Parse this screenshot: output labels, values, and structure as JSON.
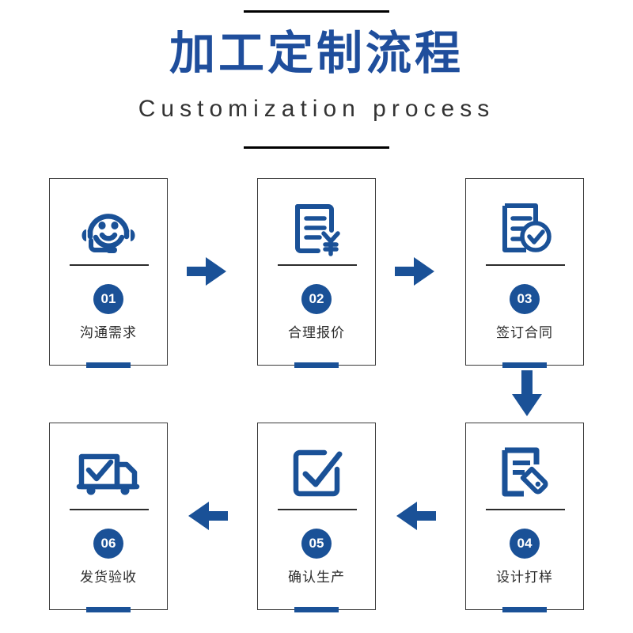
{
  "header": {
    "title_cn": "加工定制流程",
    "title_en": "Customization process",
    "rule_top": "decorative-rule",
    "rule_bottom": "decorative-rule"
  },
  "colors": {
    "brand_blue": "#1a5197",
    "title_blue": "#1f4e9c",
    "text_dark": "#2b2b2b",
    "border": "#3a3a3a",
    "background": "#ffffff"
  },
  "steps": [
    {
      "number": "01",
      "label": "沟通需求",
      "icon": "headset-support-icon"
    },
    {
      "number": "02",
      "label": "合理报价",
      "icon": "quote-document-yen-icon"
    },
    {
      "number": "03",
      "label": "签订合同",
      "icon": "contract-check-icon"
    },
    {
      "number": "04",
      "label": "设计打样",
      "icon": "design-tag-document-icon"
    },
    {
      "number": "05",
      "label": "确认生产",
      "icon": "checkbox-check-icon"
    },
    {
      "number": "06",
      "label": "发货验收",
      "icon": "delivery-truck-check-icon"
    }
  ],
  "arrows": [
    {
      "name": "arrow-step1-to-step2",
      "direction": "right"
    },
    {
      "name": "arrow-step2-to-step3",
      "direction": "right"
    },
    {
      "name": "arrow-step3-to-step4",
      "direction": "down"
    },
    {
      "name": "arrow-step4-to-step5",
      "direction": "left"
    },
    {
      "name": "arrow-step5-to-step6",
      "direction": "left"
    }
  ]
}
